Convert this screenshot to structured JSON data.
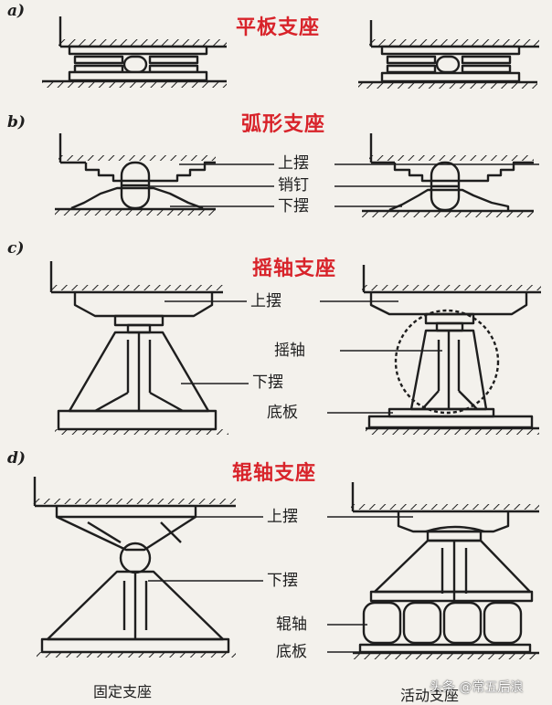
{
  "colors": {
    "title": "#d8232a",
    "ink": "#1e1e1e",
    "paper": "#f3f1ec"
  },
  "panels": {
    "a": {
      "letter": "a)",
      "title": "平板支座"
    },
    "b": {
      "letter": "b)",
      "title": "弧形支座",
      "labels": {
        "upper": "上摆",
        "pin": "销钉",
        "lower": "下摆"
      }
    },
    "c": {
      "letter": "c)",
      "title": "摇轴支座",
      "labels": {
        "upper": "上摆",
        "rocker": "摇轴",
        "lower": "下摆",
        "base": "底板"
      }
    },
    "d": {
      "letter": "d)",
      "title": "辊轴支座",
      "labels": {
        "upper": "上摆",
        "lower": "下摆",
        "roller": "辊轴",
        "base": "底板"
      }
    }
  },
  "captions": {
    "fixed": "固定支座",
    "movable": "活动支座"
  },
  "watermark": "头条 @常五后浪"
}
